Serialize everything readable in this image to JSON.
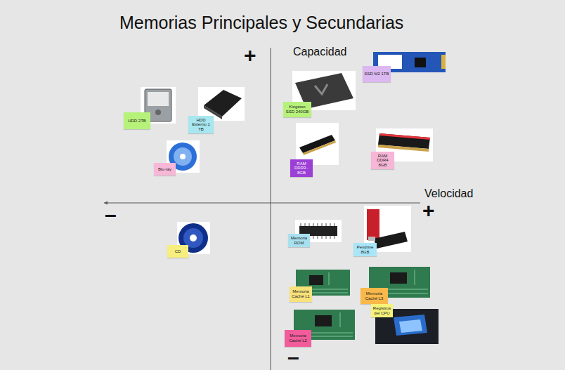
{
  "diagram": {
    "title": "Memorias Principales y Secundarias",
    "nodes": [
      {
        "text": [
          "HDD 2TB"
        ]
      },
      {
        "text": [
          "HDD Externo 1 TB"
        ]
      },
      {
        "text": [
          "SSD M2 1TB"
        ]
      },
      {
        "text": [
          "Kingston SSD 240GB"
        ]
      },
      {
        "text": [
          "Blu-ray"
        ]
      },
      {
        "text": [
          "RAM DDR3 - 8GB"
        ]
      },
      {
        "text": [
          "RAM DDR4 8GB"
        ]
      },
      {
        "text": [
          "CD"
        ]
      },
      {
        "text": [
          "Memoria ROM"
        ]
      },
      {
        "text": [
          "Pendrive 8GB"
        ]
      },
      {
        "text": [
          "Memoria Caché L1"
        ]
      },
      {
        "text": [
          "Memoria Caché L3"
        ]
      },
      {
        "text": [
          "Registros del CPU"
        ]
      },
      {
        "text": [
          "Memoria Caché L2"
        ]
      }
    ],
    "labels": [
      "Capacidad",
      "+",
      "Velocidad",
      "+",
      "–",
      "–"
    ]
  }
}
